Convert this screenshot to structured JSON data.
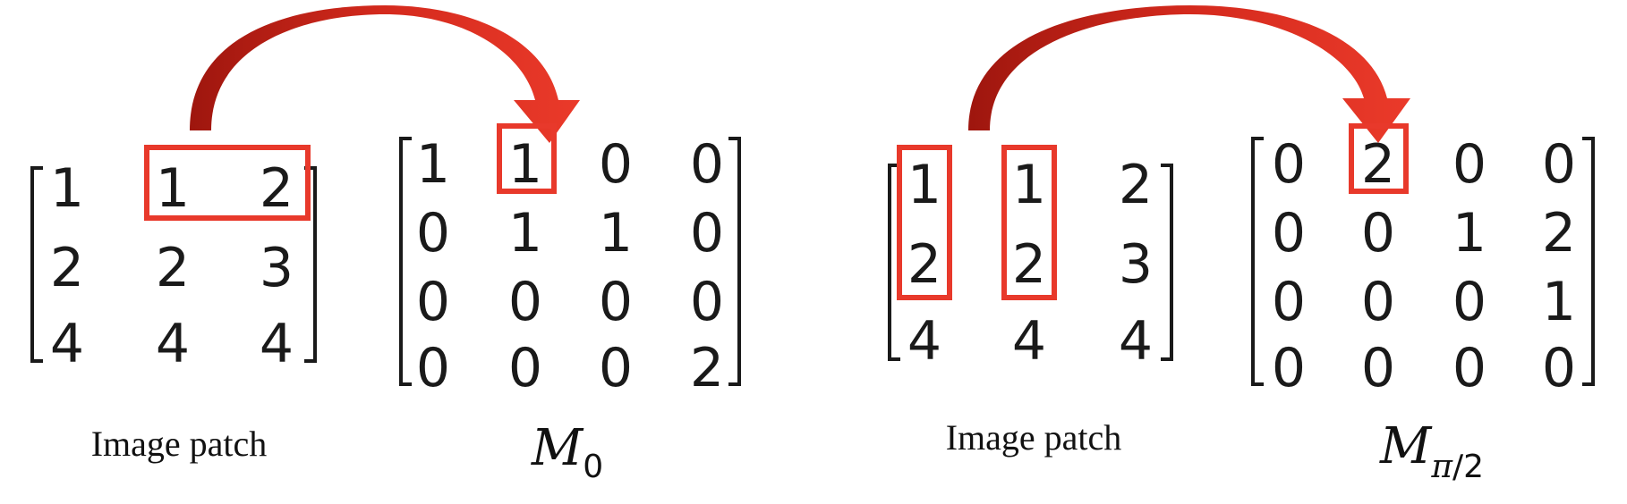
{
  "diagrams": [
    {
      "patch": [
        [
          "1",
          "1",
          "2"
        ],
        [
          "2",
          "2",
          "3"
        ],
        [
          "4",
          "4",
          "4"
        ]
      ],
      "patch_caption": "Image patch",
      "matrix": [
        [
          "1",
          "1",
          "0",
          "0"
        ],
        [
          "0",
          "1",
          "1",
          "0"
        ],
        [
          "0",
          "0",
          "0",
          "0"
        ],
        [
          "0",
          "0",
          "0",
          "2"
        ]
      ],
      "matrix_label": {
        "base": "M",
        "sub": "0"
      }
    },
    {
      "patch": [
        [
          "1",
          "1",
          "2"
        ],
        [
          "2",
          "2",
          "3"
        ],
        [
          "4",
          "4",
          "4"
        ]
      ],
      "patch_caption": "Image patch",
      "matrix": [
        [
          "0",
          "2",
          "0",
          "0"
        ],
        [
          "0",
          "0",
          "1",
          "2"
        ],
        [
          "0",
          "0",
          "0",
          "1"
        ],
        [
          "0",
          "0",
          "0",
          "0"
        ]
      ],
      "matrix_label": {
        "base": "M",
        "sub_italic": "π",
        "sub_rest": "/2"
      }
    }
  ],
  "colors": {
    "highlight": "#e8392b",
    "arrow_dark": "#b81f14",
    "arrow_light": "#e8392b",
    "text": "#1a1a1a"
  }
}
